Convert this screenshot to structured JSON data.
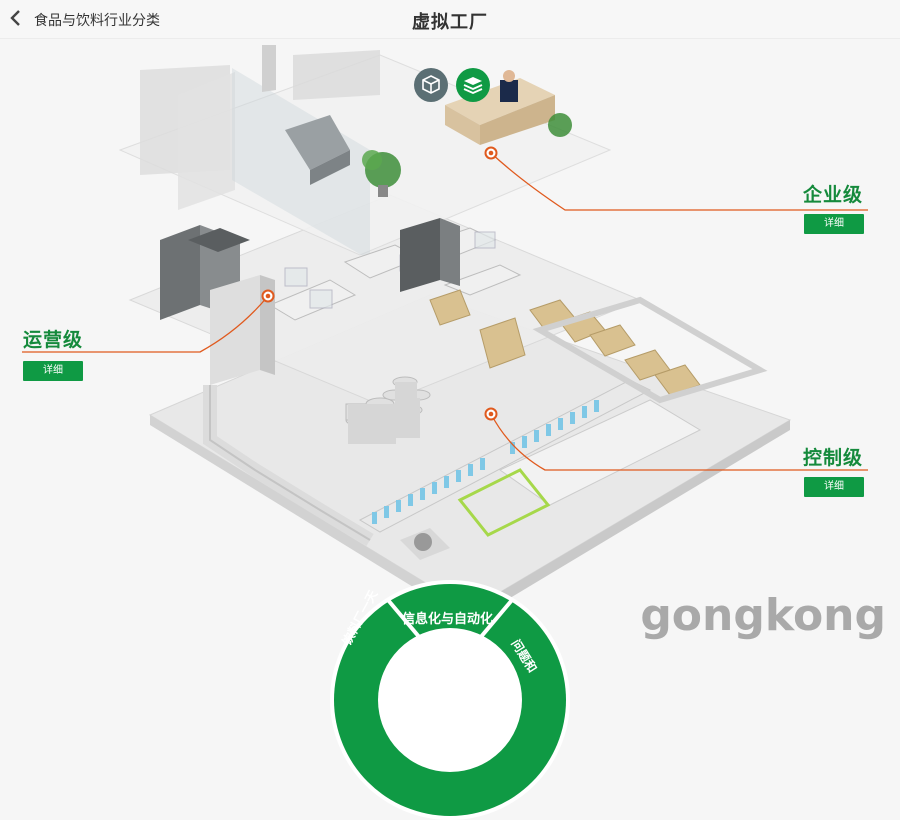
{
  "header": {
    "back_label": "<",
    "breadcrumb": "食品与饮料行业分类",
    "title": "虚拟工厂"
  },
  "levels": [
    {
      "name": "企业级",
      "button": "详细"
    },
    {
      "name": "运营级",
      "button": "详细"
    },
    {
      "name": "控制级",
      "button": "详细"
    }
  ],
  "wheel": {
    "active": "信息化与自动化",
    "left": "饮料厂一天",
    "right": "问题和"
  },
  "watermark": "gongkong",
  "colors": {
    "accent": "#0f9a44",
    "label": "#158a3c",
    "connector": "#e05a1e"
  },
  "icons": [
    "cube-icon",
    "layers-icon",
    "back-chevron-icon"
  ]
}
